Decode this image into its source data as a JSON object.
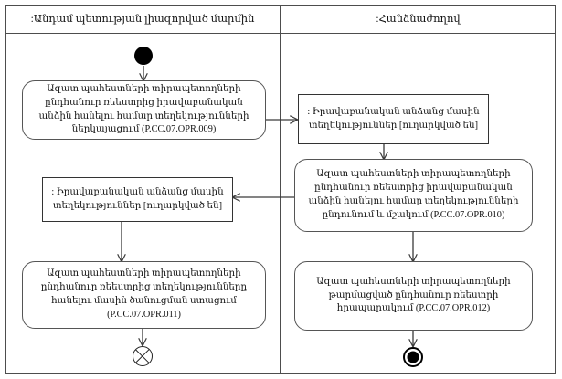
{
  "diagram": {
    "type": "uml-activity-diagram",
    "lanes": [
      {
        "id": "lane-left",
        "title": ":Անդամ պետության լիազորված մարմին"
      },
      {
        "id": "lane-right",
        "title": ":Հանձնաժողով"
      }
    ],
    "nodes": {
      "initial": {
        "kind": "initial-node",
        "lane": "lane-left"
      },
      "left_activity_1": {
        "kind": "activity",
        "lane": "lane-left",
        "text": "Ազատ պահեստների տիրապետողների ընդհանուր ռեեստրից իրավաբանական անձին հանելու համար տեղեկությունների ներկայացում (P.CC.07.OPR.009)"
      },
      "right_object_1": {
        "kind": "object-node",
        "lane": "lane-right",
        "text": ": Իրավաբանական անձանց մասին տեղեկություններ [ուղարկված են]"
      },
      "right_activity_1": {
        "kind": "activity",
        "lane": "lane-right",
        "text": "Ազատ պահեստների տիրապետողների ընդհանուր ռեեստրից իրավաբանական անձին հանելու համար տեղեկությունների ընդունում և մշակում (P.CC.07.OPR.010)"
      },
      "left_object_1": {
        "kind": "object-node",
        "lane": "lane-left",
        "text": ": Իրավաբանական անձանց մասին տեղեկություններ [ուղարկված են]"
      },
      "left_activity_2": {
        "kind": "activity",
        "lane": "lane-left",
        "text": "Ազատ պահեստների տիրապետողների ընդհանուր ռեեստրից տեղեկությունները հանելու մասին ծանուցման ստացում (P.CC.07.OPR.011)"
      },
      "right_activity_2": {
        "kind": "activity",
        "lane": "lane-right",
        "text": "Ազատ պահեստների տիրապետողների թարմացված ընդհանուր ռեեստրի հրապարակում (P.CC.07.OPR.012)"
      },
      "flow_final": {
        "kind": "flow-final-node",
        "lane": "lane-left"
      },
      "activity_final": {
        "kind": "activity-final-node",
        "lane": "lane-right"
      }
    },
    "edges": [
      {
        "from": "initial",
        "to": "left_activity_1"
      },
      {
        "from": "left_activity_1",
        "to": "right_object_1"
      },
      {
        "from": "right_object_1",
        "to": "right_activity_1"
      },
      {
        "from": "right_activity_1",
        "to": "left_object_1"
      },
      {
        "from": "left_object_1",
        "to": "left_activity_2"
      },
      {
        "from": "left_activity_2",
        "to": "flow_final"
      },
      {
        "from": "right_activity_1",
        "to": "right_activity_2"
      },
      {
        "from": "right_activity_2",
        "to": "activity_final"
      }
    ]
  },
  "colors": {
    "frame_border": "#4d4d4d",
    "node_border": "#555555",
    "object_border": "#333333",
    "edge": "#3a3a3a",
    "fill": "#ffffff",
    "control_node": "#000000"
  }
}
